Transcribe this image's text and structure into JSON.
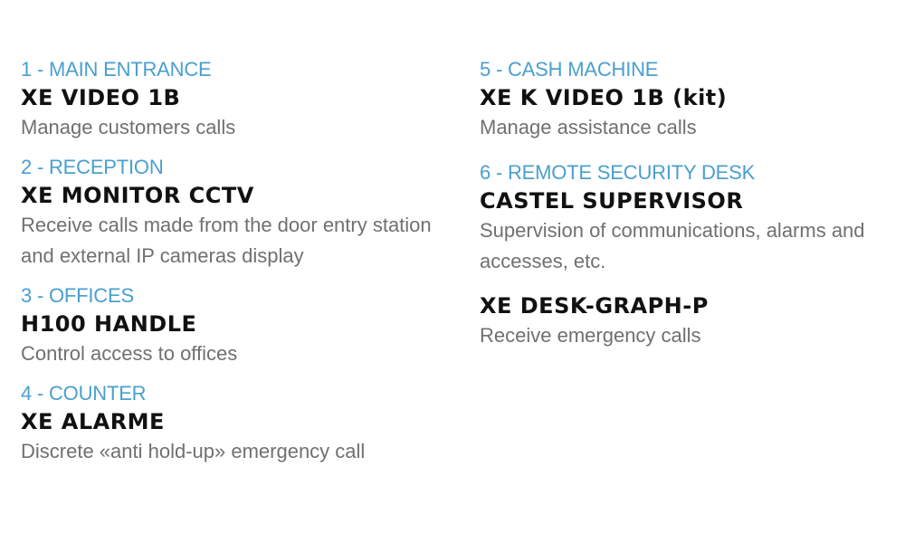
{
  "left": [
    {
      "heading": "1 - MAIN ENTRANCE",
      "product": "XE VIDEO 1B",
      "description": "Manage customers calls"
    },
    {
      "heading": "2 - RECEPTION",
      "product": "XE MONITOR CCTV",
      "description": "Receive calls made from the door entry station and external IP cameras display"
    },
    {
      "heading": "3 - OFFICES",
      "product": "H100 HANDLE",
      "description": "Control access to offices"
    },
    {
      "heading": "4 - COUNTER",
      "product": "XE ALARME",
      "description": "Discrete «anti hold-up» emergency call"
    }
  ],
  "right": [
    {
      "heading": "5 - CASH MACHINE",
      "product": "XE K VIDEO 1B (kit)",
      "description": "Manage assistance calls"
    },
    {
      "heading": "6 - REMOTE SECURITY DESK",
      "product": "CASTEL SUPERVISOR",
      "description": "Supervision of communications, alarms and accesses, etc."
    },
    {
      "product": "XE DESK-GRAPH-P",
      "description": "Receive emergency calls"
    }
  ],
  "colors": {
    "heading": "#4a9fcf",
    "product": "#111111",
    "description": "#707070"
  }
}
